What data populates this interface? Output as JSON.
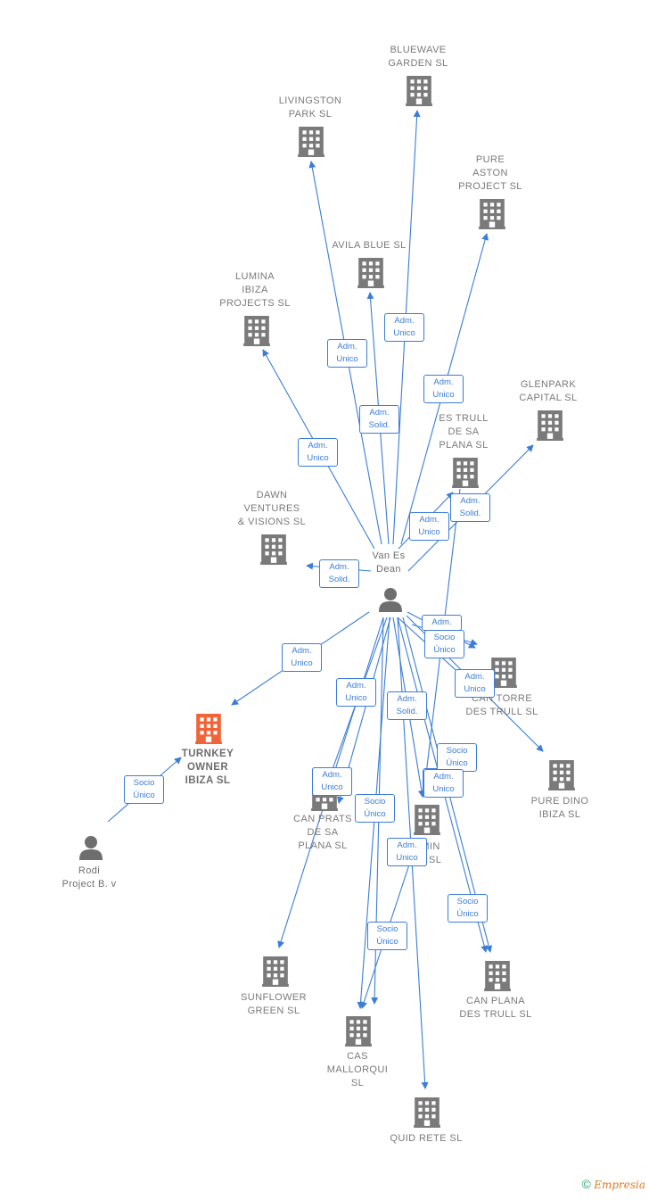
{
  "colors": {
    "edge": "#3b7dd8",
    "building": "#7a7a7a",
    "focus_building": "#f0643a",
    "person": "#6e6e6e",
    "text": "#7a7a7a"
  },
  "hub": {
    "id": "hub",
    "label": "Van Es\nDean",
    "icon": "person-icon"
  },
  "person2": {
    "id": "rodi",
    "label": "Rodi\nProject B. v",
    "icon": "person-icon"
  },
  "focus": {
    "id": "turnkey",
    "label": "TURNKEY\nOWNER\nIBIZA  SL",
    "icon": "building-icon"
  },
  "companies": [
    {
      "id": "bluewave",
      "label": "BLUEWAVE\nGARDEN  SL"
    },
    {
      "id": "livingston",
      "label": "LIVINGSTON\nPARK  SL"
    },
    {
      "id": "pure_aston",
      "label": "PURE\nASTON\nPROJECT  SL"
    },
    {
      "id": "avila",
      "label": "AVILA BLUE  SL"
    },
    {
      "id": "lumina",
      "label": "LUMINA\nIBIZA\nPROJECTS  SL"
    },
    {
      "id": "glenpark",
      "label": "GLENPARK\nCAPITAL  SL"
    },
    {
      "id": "es_trull",
      "label": "ES TRULL\nDE SA\nPLANA  SL"
    },
    {
      "id": "dawn",
      "label": "DAWN\nVENTURES\n& VISIONS  SL"
    },
    {
      "id": "can_torre",
      "label": "CAN TORRE\nDES TRULL  SL"
    },
    {
      "id": "pure_dino",
      "label": "PURE DINO\nIBIZA  SL"
    },
    {
      "id": "can_prats",
      "label": "CAN PRATS\nDE SA\nPLANA  SL"
    },
    {
      "id": "min",
      "label": "MIN\nT  SL"
    },
    {
      "id": "sunflower",
      "label": "SUNFLOWER\nGREEN  SL"
    },
    {
      "id": "can_plana",
      "label": "CAN PLANA\nDES TRULL  SL"
    },
    {
      "id": "cas_mallorqui",
      "label": "CAS\nMALLORQUI\nSL"
    },
    {
      "id": "quid_rete",
      "label": "QUID RETE  SL"
    }
  ],
  "relations": [
    {
      "from": "hub",
      "to": "bluewave",
      "label": "Adm.\nUnico"
    },
    {
      "from": "hub",
      "to": "livingston",
      "label": "Adm.\nUnico"
    },
    {
      "from": "hub",
      "to": "pure_aston",
      "label": "Adm.\nUnico"
    },
    {
      "from": "hub",
      "to": "avila",
      "label": "Adm.\nSolid."
    },
    {
      "from": "hub",
      "to": "lumina",
      "label": "Adm.\nUnico"
    },
    {
      "from": "hub",
      "to": "glenpark",
      "label": "Adm.\nSolid."
    },
    {
      "from": "hub",
      "to": "es_trull",
      "label": "Adm.\nUnico"
    },
    {
      "from": "hub",
      "to": "dawn",
      "label": "Adm.\nSolid."
    },
    {
      "from": "hub",
      "to": "turnkey",
      "label": "Adm.\nUnico"
    },
    {
      "from": "hub",
      "to": "can_torre",
      "label": "Adm."
    },
    {
      "from": "hub",
      "to": "can_torre",
      "label": "Socio\nÚnico"
    },
    {
      "from": "hub",
      "to": "pure_dino",
      "label": "Adm.\nUnico"
    },
    {
      "from": "hub",
      "to": "can_prats",
      "label": "Adm.\nUnico"
    },
    {
      "from": "hub",
      "to": "can_prats",
      "label": "Adm.\nUnico"
    },
    {
      "from": "hub",
      "to": "min",
      "label": "Adm.\nSolid."
    },
    {
      "from": "hub",
      "to": "min",
      "label": "Adm.\nUnico"
    },
    {
      "from": "hub",
      "to": "min",
      "label": "Socio\nÚnico"
    },
    {
      "from": "hub",
      "to": "sunflower",
      "label": "Adm.\nUnico"
    },
    {
      "from": "hub",
      "to": "cas_mallorqui",
      "label": "Socio\nÚnico"
    },
    {
      "from": "hub",
      "to": "cas_mallorqui",
      "label": "Adm.\nUnico"
    },
    {
      "from": "hub",
      "to": "cas_mallorqui",
      "label": "Socio\nÚnico"
    },
    {
      "from": "hub",
      "to": "can_plana",
      "label": "Socio\nÚnico"
    },
    {
      "from": "hub",
      "to": "can_plana",
      "label": "Adm.\nUnico"
    },
    {
      "from": "hub",
      "to": "quid_rete",
      "label": "Adm.\nUnico"
    },
    {
      "from": "rodi",
      "to": "turnkey",
      "label": "Socio\nÚnico"
    }
  ],
  "footer": {
    "copyright_symbol": "©",
    "brand": "Empresia"
  }
}
